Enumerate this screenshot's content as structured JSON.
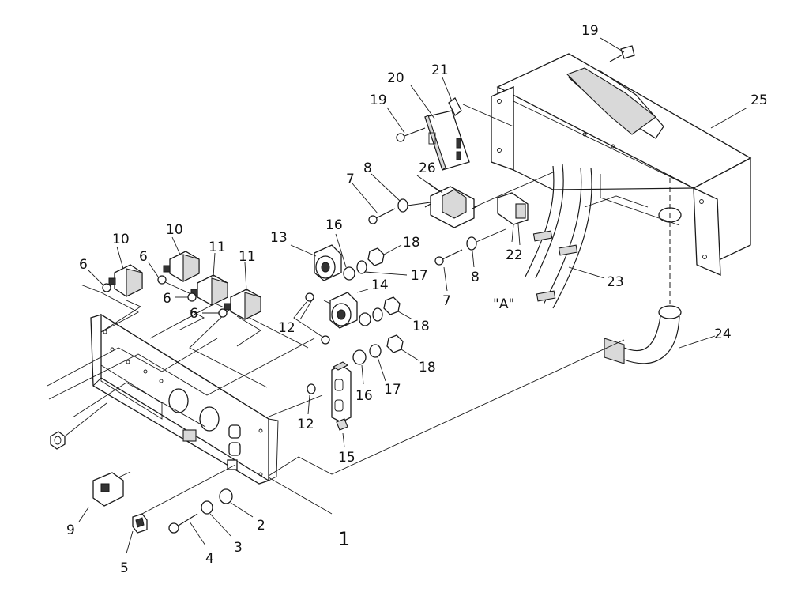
{
  "labels": {
    "p1": "1",
    "p2": "2",
    "p3": "3",
    "p4": "4",
    "p5": "5",
    "p6a": "6",
    "p6b": "6",
    "p6c": "6",
    "p6d": "6",
    "p7a": "7",
    "p7b": "7",
    "p8a": "8",
    "p8b": "8",
    "p9": "9",
    "p10a": "10",
    "p10b": "10",
    "p11a": "11",
    "p11b": "11",
    "p12a": "12",
    "p12b": "12",
    "p13": "13",
    "p14": "14",
    "p15": "15",
    "p16a": "16",
    "p16b": "16",
    "p17a": "17",
    "p17b": "17",
    "p18a": "18",
    "p18b": "18",
    "p18c": "18",
    "p19a": "19",
    "p19b": "19",
    "p20": "20",
    "p21": "21",
    "p22": "22",
    "p23": "23",
    "p24": "24",
    "p25": "25",
    "p26": "26",
    "detail": "\"A\""
  }
}
